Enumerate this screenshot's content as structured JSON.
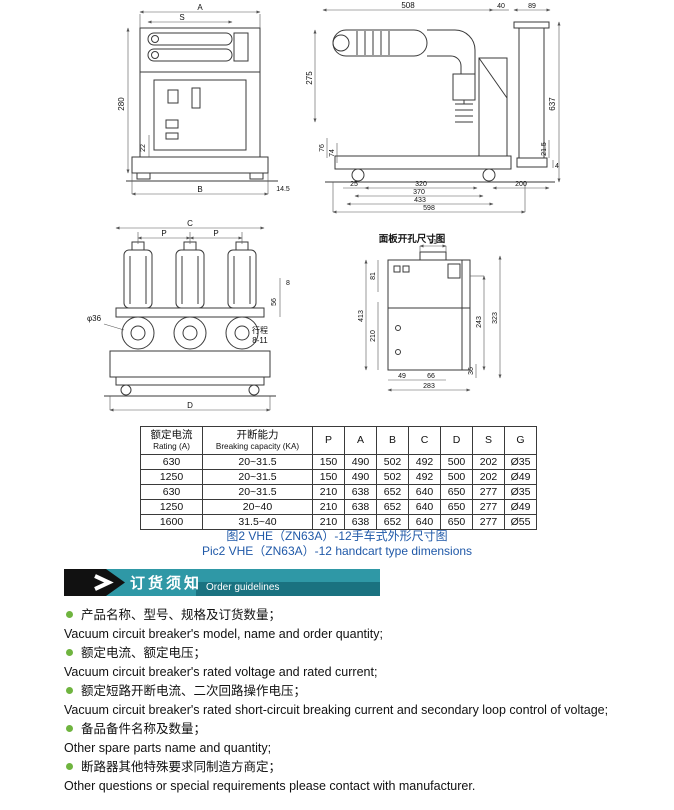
{
  "drawings": {
    "front_view": {
      "labels": {
        "A": "A",
        "S": "S",
        "v280": "280",
        "v22": "22",
        "B": "B",
        "n14_5": "14.5"
      }
    },
    "side_view": {
      "labels": {
        "n508": "508",
        "n40": "40",
        "n89": "89",
        "v275": "275",
        "v637": "637",
        "v76": "76",
        "v74": "74",
        "v21_5": "21.5",
        "n4": "4",
        "n25": "25",
        "n320": "320",
        "n370": "370",
        "n433": "433",
        "n598": "598",
        "n200": "200"
      }
    },
    "pole_view": {
      "labels": {
        "C": "C",
        "P1": "P",
        "P2": "P",
        "n8": "8",
        "v56": "56",
        "phi36": "φ36",
        "stroke_cn": "行程",
        "stroke_val": "8-11",
        "D": "D"
      }
    },
    "panel_cutout": {
      "title": "面板开孔尺寸图",
      "labels": {
        "n51": "51",
        "v81": "81",
        "v413": "413",
        "v210": "210",
        "v243": "243",
        "v323": "323",
        "n49": "49",
        "n66": "66",
        "v36": "36",
        "n283": "283"
      }
    }
  },
  "table": {
    "header": {
      "col1_cn": "额定电流",
      "col1_en": "Rating (A)",
      "col2_cn": "开断能力",
      "col2_en": "Breaking capacity (KA)",
      "cols": [
        "P",
        "A",
        "B",
        "C",
        "D",
        "S",
        "G"
      ]
    },
    "rows": [
      [
        "630",
        "20~31.5",
        "150",
        "490",
        "502",
        "492",
        "500",
        "202",
        "Ø35"
      ],
      [
        "1250",
        "20~31.5",
        "150",
        "490",
        "502",
        "492",
        "500",
        "202",
        "Ø49"
      ],
      [
        "630",
        "20~31.5",
        "210",
        "638",
        "652",
        "640",
        "650",
        "277",
        "Ø35"
      ],
      [
        "1250",
        "20~40",
        "210",
        "638",
        "652",
        "640",
        "650",
        "277",
        "Ø49"
      ],
      [
        "1600",
        "31.5~40",
        "210",
        "638",
        "652",
        "640",
        "650",
        "277",
        "Ø55"
      ]
    ]
  },
  "caption": {
    "line1": "图2 VHE（ZN63A）-12手车式外形尺寸图",
    "line2": "Pic2 VHE（ZN63A）-12 handcart type dimensions"
  },
  "order": {
    "title_cn": "订货须知",
    "title_en": "Order guidelines",
    "items": [
      {
        "cn": "产品名称、型号、规格及订货数量；",
        "en": "Vacuum circuit breaker's model, name and order quantity;"
      },
      {
        "cn": "额定电流、额定电压；",
        "en": "Vacuum circuit breaker's rated voltage and rated current;"
      },
      {
        "cn": "额定短路开断电流、二次回路操作电压；",
        "en": "Vacuum circuit breaker's rated short-circuit breaking current and secondary loop control of voltage;"
      },
      {
        "cn": "备品备件名称及数量；",
        "en": "Other spare parts name and quantity;"
      },
      {
        "cn": "断路器其他特殊要求同制造方商定；",
        "en": "Other questions or special requirements please contact with manufacturer."
      }
    ]
  },
  "colors": {
    "caption_blue": "#2059a8",
    "banner_teal": "#2f98a6",
    "banner_dark": "#1a7280",
    "banner_black": "#111111",
    "bullet_green": "#6fb43f",
    "line_color": "#3a3a3a"
  }
}
